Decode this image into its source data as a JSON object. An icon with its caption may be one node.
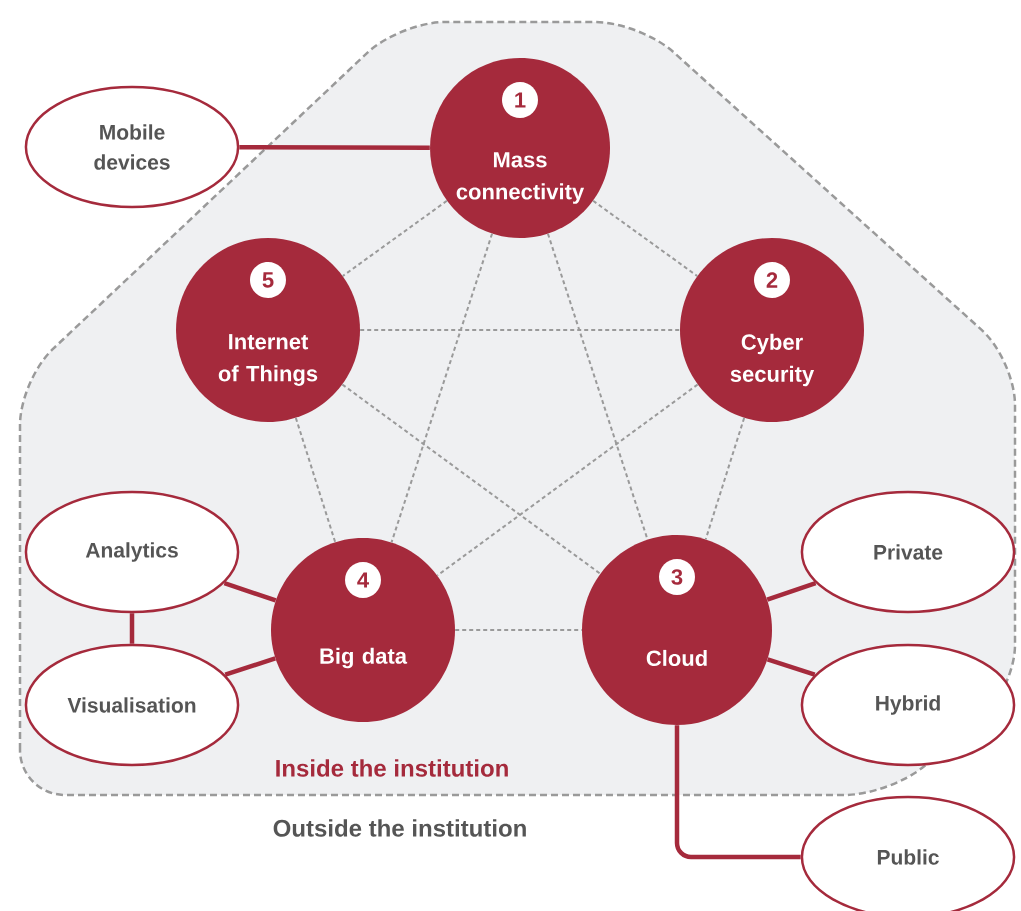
{
  "diagram": {
    "nodes": [
      {
        "text": [
          "Inside the institution"
        ]
      },
      {
        "text": [
          "1",
          "Mass connectivity"
        ],
        "in": 0
      },
      {
        "text": [
          "Mobile devices"
        ]
      },
      {
        "text": [
          "5",
          "Internet of Things"
        ],
        "in": 0
      },
      {
        "text": [
          "2",
          "Cyber security"
        ],
        "in": 0
      },
      {
        "text": [
          "Analytics"
        ],
        "in": 0
      },
      {
        "text": [
          "4",
          "Big data"
        ],
        "in": 0
      },
      {
        "text": [
          "3",
          "Cloud"
        ],
        "in": 0
      },
      {
        "text": [
          "Private"
        ],
        "in": 0
      },
      {
        "text": [
          "Visualisation"
        ],
        "in": 0
      },
      {
        "text": [
          "Hybrid"
        ],
        "in": 0
      },
      {
        "text": [
          "Public"
        ]
      }
    ],
    "edges": [
      {
        "from": 2,
        "to": 1,
        "arrow": "none",
        "style": "thick",
        "color": "#a52a3c"
      },
      {
        "from": 1,
        "to": 4,
        "arrow": "none",
        "style": "dashed"
      },
      {
        "from": 1,
        "to": 3,
        "arrow": "none",
        "style": "dashed"
      },
      {
        "from": 1,
        "to": 6,
        "arrow": "none",
        "style": "dashed"
      },
      {
        "from": 1,
        "to": 7,
        "arrow": "none",
        "style": "dashed"
      },
      {
        "from": 3,
        "to": 4,
        "arrow": "none",
        "style": "dashed"
      },
      {
        "from": 3,
        "to": 6,
        "arrow": "none",
        "style": "dashed"
      },
      {
        "from": 3,
        "to": 7,
        "arrow": "none",
        "style": "dashed"
      },
      {
        "from": 4,
        "to": 6,
        "arrow": "none",
        "style": "dashed"
      },
      {
        "from": 4,
        "to": 7,
        "arrow": "none",
        "style": "dashed"
      },
      {
        "from": 6,
        "to": 7,
        "arrow": "none",
        "style": "dashed"
      },
      {
        "from": 5,
        "to": 6,
        "arrow": "none",
        "style": "thick",
        "color": "#a52a3c"
      },
      {
        "from": 9,
        "to": 6,
        "arrow": "none",
        "style": "thick",
        "color": "#a52a3c"
      },
      {
        "from": 5,
        "to": 9,
        "arrow": "none",
        "style": "thick",
        "color": "#a52a3c"
      },
      {
        "from": 7,
        "to": 8,
        "arrow": "none",
        "style": "thick",
        "color": "#a52a3c"
      },
      {
        "from": 7,
        "to": 10,
        "arrow": "none",
        "style": "thick",
        "color": "#a52a3c"
      },
      {
        "from": 7,
        "to": 11,
        "arrow": "none",
        "style": "thick",
        "color": "#a52a3c"
      }
    ],
    "labels": [
      "Outside the institution"
    ]
  }
}
